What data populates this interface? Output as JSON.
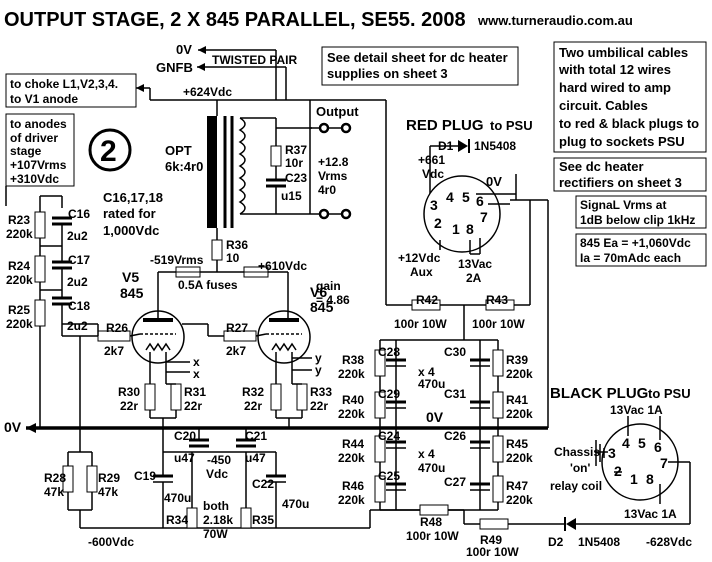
{
  "header": {
    "title": "OUTPUT STAGE, 2 X 845 PARALLEL, SE55. 2008",
    "url": "www.turneraudio.com.au"
  },
  "notes": {
    "choke": [
      "to choke L1,V2,3,4.",
      "to V1 anode"
    ],
    "anodes": [
      "to anodes",
      "of driver",
      "stage",
      "+107Vrms",
      "+310Vdc"
    ],
    "badge": "2",
    "heater_detail": [
      "See detail sheet for dc heater",
      "supplies   on sheet 3"
    ],
    "umbilical": [
      "Two umbilical cables",
      "with total 12 wires",
      "hard wired to amp",
      "circuit. Cables",
      "to red & black plugs to",
      "plug to sockets PSU"
    ],
    "rectifiers": [
      "See dc heater",
      "rectifiers on sheet 3"
    ],
    "signal": [
      "SignaL Vrms at",
      "1dB below clip 1kHz"
    ],
    "tube_data": [
      "845 Ea = +1,060Vdc",
      "Ia = 70mAdc  each"
    ]
  },
  "labels": {
    "zero_v_top": "0V",
    "gnfb": "GNFB",
    "twisted_pair": "TWISTED PAIR",
    "b_plus": "+624Vdc",
    "opt": [
      "OPT",
      "6k:4r0"
    ],
    "output": "Output",
    "r37": [
      "R37",
      "10r"
    ],
    "c23": [
      "C23",
      "u15"
    ],
    "out_level": [
      "+12.8",
      "Vrms",
      "4r0"
    ],
    "rated": [
      "C16,17,18",
      "rated for",
      "1,000Vdc"
    ],
    "r36": [
      "R36",
      "10"
    ],
    "neg519": "-519Vrms",
    "pos610": "+610Vdc",
    "fuses": "0.5A fuses",
    "v5": [
      "V5",
      "845"
    ],
    "v6": [
      "V6",
      "845"
    ],
    "gain": [
      "gain",
      "= 4.86"
    ],
    "r23": [
      "R23",
      "220k"
    ],
    "r24": [
      "R24",
      "220k"
    ],
    "r25": [
      "R25",
      "220k"
    ],
    "c16": [
      "C16",
      "2u2"
    ],
    "c17": [
      "C17",
      "2u2"
    ],
    "c18": [
      "C18",
      "2u2"
    ],
    "r26": [
      "R26",
      "2k7"
    ],
    "r27": [
      "R27",
      "2k7"
    ],
    "r30": [
      "R30",
      "22r"
    ],
    "r31": [
      "R31",
      "22r"
    ],
    "r32": [
      "R32",
      "22r"
    ],
    "r33": [
      "R33",
      "22r"
    ],
    "x": "x",
    "y": "y",
    "zero_v_rail": "0V",
    "zero_v_mid": "0V",
    "c20": [
      "C20",
      "u47"
    ],
    "c21": [
      "C21",
      "u47"
    ],
    "neg450": [
      "-450",
      "Vdc"
    ],
    "c19": [
      "C19",
      "470u"
    ],
    "c22": [
      "C22",
      "470u"
    ],
    "r28": [
      "R28",
      "47k"
    ],
    "r29": [
      "R29",
      "47k"
    ],
    "r34": "R34",
    "r35": "R35",
    "both": [
      "both",
      "2.18k",
      "70W"
    ],
    "neg600": "-600Vdc",
    "red_plug": [
      "RED PLUG",
      "to PSU"
    ],
    "d1": [
      "D1",
      "1N5408"
    ],
    "pos661": [
      "+661",
      "Vdc"
    ],
    "zero_v_red": "0V",
    "red_pins": [
      "3",
      "4",
      "5",
      "6",
      "7",
      "2",
      "1",
      "8"
    ],
    "aux": [
      "+12Vdc",
      "Aux"
    ],
    "vac13_2a": [
      "13Vac",
      "2A"
    ],
    "r42": [
      "R42",
      "100r  10W"
    ],
    "r43": [
      "R43",
      "100r 10W"
    ],
    "c28": "C28",
    "c29": "C29",
    "c30": "C30",
    "c31": "C31",
    "c24": "C24",
    "c25": "C25",
    "c26": "C26",
    "c27": "C27",
    "x4_470u": [
      "x 4",
      "470u"
    ],
    "r38": [
      "R38",
      "220k"
    ],
    "r39": [
      "R39",
      "220k"
    ],
    "r40": [
      "R40",
      "220k"
    ],
    "r41": [
      "R41",
      "220k"
    ],
    "r44": [
      "R44",
      "220k"
    ],
    "r45": [
      "R45",
      "220k"
    ],
    "r46": [
      "R46",
      "220k"
    ],
    "r47": [
      "R47",
      "220k"
    ],
    "r48": [
      "R48",
      "100r 10W"
    ],
    "r49": [
      "R49",
      "100r 10W"
    ],
    "d2": [
      "D2",
      "1N5408"
    ],
    "neg628": "-628Vdc",
    "black_plug": [
      "BLACK PLUG",
      "to PSU"
    ],
    "vac13_1a_top": "13Vac 1A",
    "vac13_1a_bottom": "13Vac 1A",
    "chassis": "Chassis",
    "relay": [
      "'on'",
      "relay coil"
    ],
    "black_pins": [
      "3",
      "4",
      "5",
      "6",
      "7",
      "2",
      "1",
      "8"
    ]
  }
}
